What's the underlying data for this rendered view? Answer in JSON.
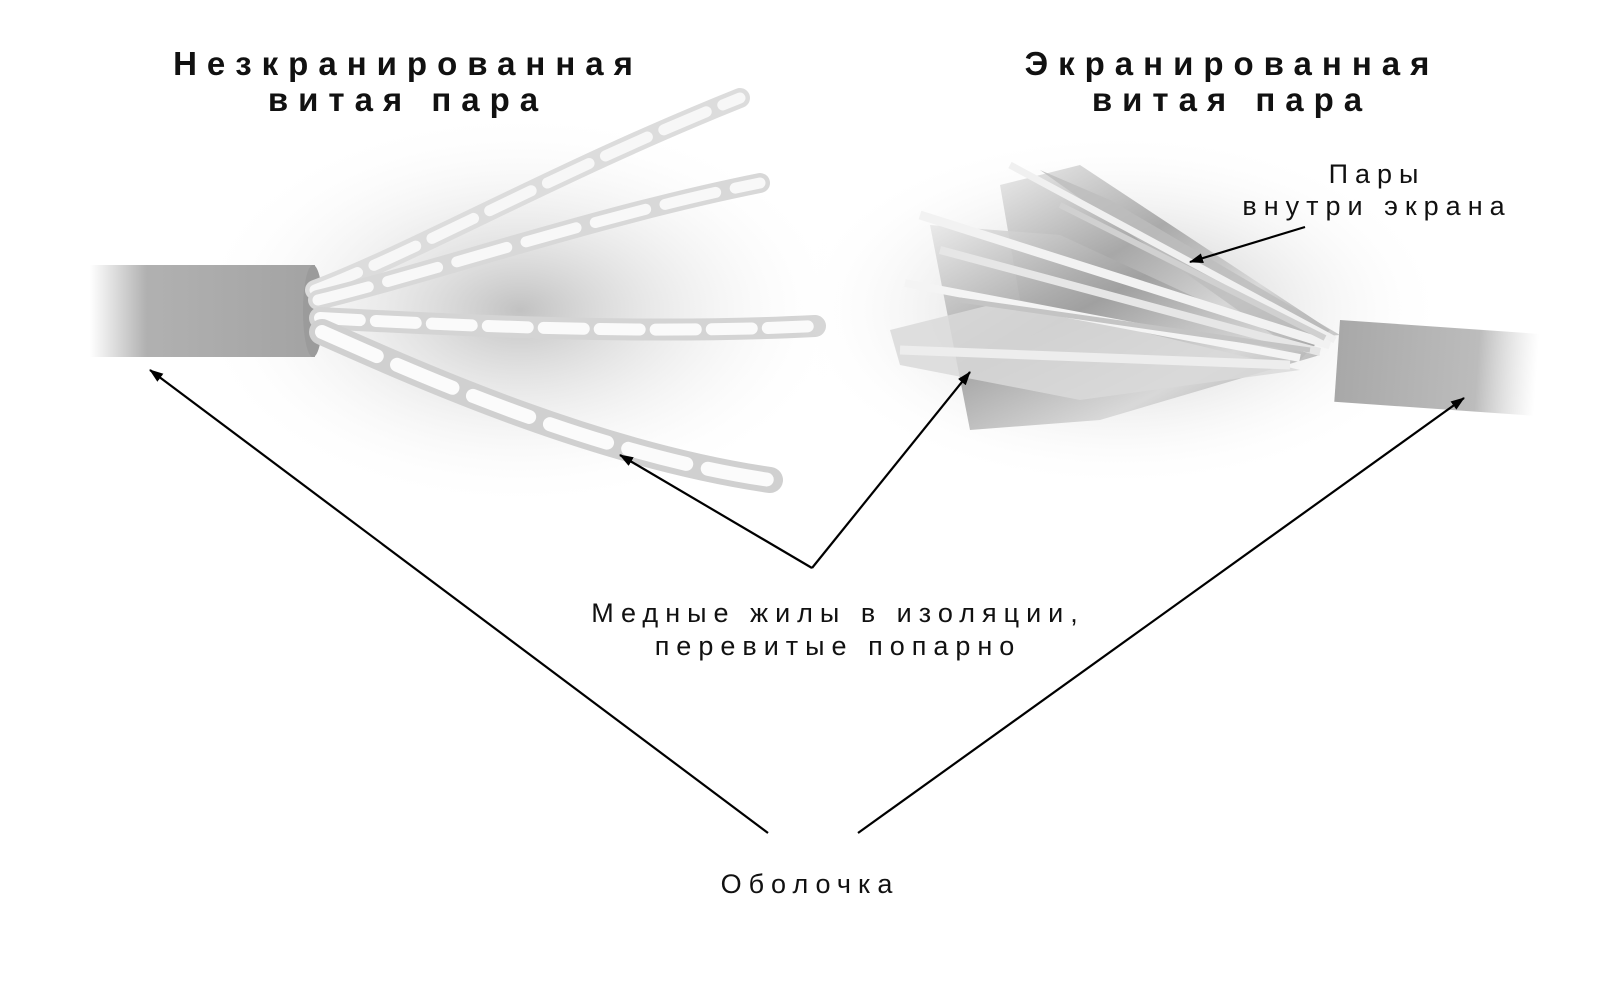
{
  "titles": {
    "unshielded_line1": "Незкранированная",
    "unshielded_line2": "витая пара",
    "shielded_line1": "Экранированная",
    "shielded_line2": "витая пара"
  },
  "labels": {
    "pairs_line1": "Пары",
    "pairs_line2": "внутри экрана",
    "copper_line1": "Медные жилы в изоляции,",
    "copper_line2": "перевитые попарно",
    "jacket": "Оболочка"
  },
  "icons": {
    "unshielded_cable": "unshielded-twisted-pair-cable-photo",
    "shielded_cable": "shielded-twisted-pair-cable-photo"
  },
  "colors": {
    "background": "#ffffff",
    "text": "#111111",
    "arrow": "#000000",
    "jacket_gray": "#a8a8a8",
    "wire_white": "#f6f6f6",
    "foil_silver": "#c9c9c9"
  }
}
